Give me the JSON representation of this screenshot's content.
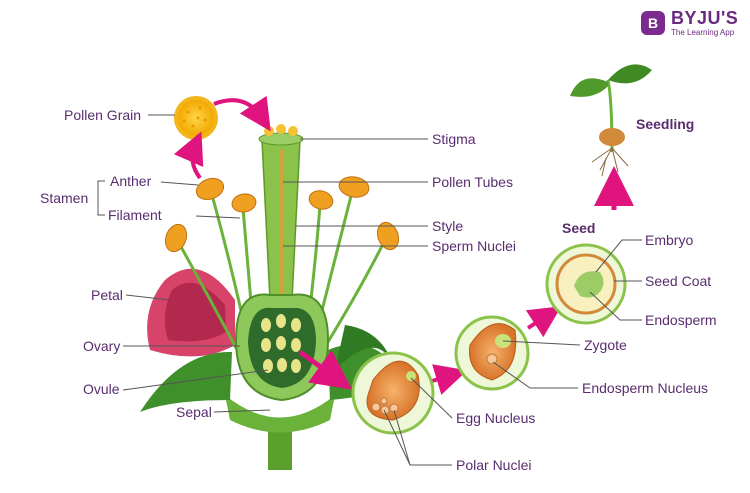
{
  "brand": {
    "icon_letter": "B",
    "name": "BYJU'S",
    "tagline": "The Learning App"
  },
  "labels": {
    "pollen_grain": "Pollen Grain",
    "stamen": "Stamen",
    "anther": "Anther",
    "filament": "Filament",
    "petal": "Petal",
    "ovary": "Ovary",
    "ovule": "Ovule",
    "sepal": "Sepal",
    "stigma": "Stigma",
    "pollen_tubes": "Pollen Tubes",
    "style": "Style",
    "sperm_nuclei": "Sperm Nuclei",
    "egg_nucleus": "Egg Nucleus",
    "polar_nuclei": "Polar Nuclei",
    "zygote": "Zygote",
    "endosperm_nucleus": "Endosperm Nucleus",
    "seed": "Seed",
    "embryo": "Embryo",
    "seed_coat": "Seed Coat",
    "endosperm": "Endosperm",
    "seedling": "Seedling"
  },
  "colors": {
    "label_text": "#5a2d6e",
    "arrow": "#e0147e",
    "stem_green": "#5da52f",
    "ovary_dark": "#2f6b2a",
    "anther_orange": "#f0a020",
    "petal_pink": "#d8436a"
  }
}
